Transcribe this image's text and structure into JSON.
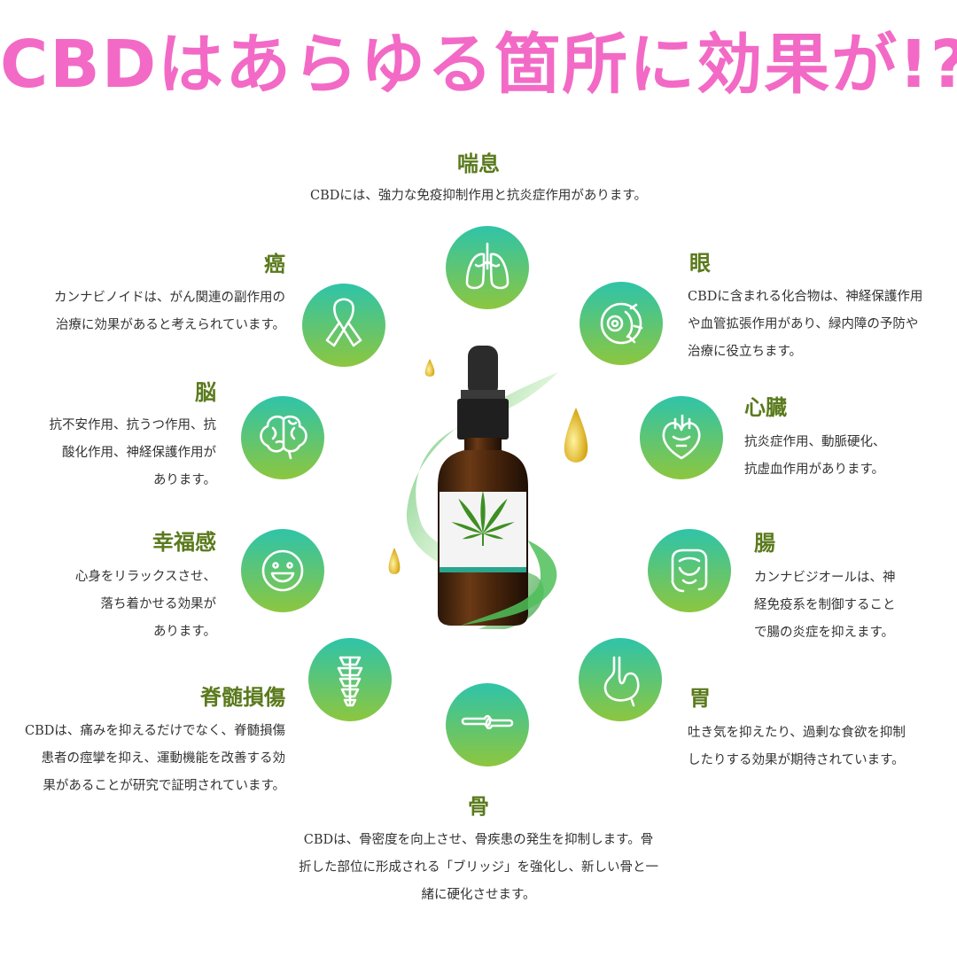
{
  "title": "CBDはあらゆる箇所に効果が!?",
  "colors": {
    "title": "#f26ac6",
    "label": "#5a7a1c",
    "text": "#333333",
    "circle_top": "#2ec4a9",
    "circle_bottom": "#8cc63f"
  },
  "bottle_label_icon": "cannabis-leaf-icon",
  "effects": {
    "zensoku": {
      "icon": "lungs-icon",
      "label": "喘息",
      "lines": [
        "CBDには、強力な免疫抑制作用と抗炎症作用があります。"
      ]
    },
    "me": {
      "icon": "eye-icon",
      "label": "眼",
      "lines": [
        "CBDに含まれる化合物は、神経保護作用",
        "や血管拡張作用があり、緑内障の予防や",
        "治療に役立ちます。"
      ]
    },
    "shinzou": {
      "icon": "heart-icon",
      "label": "心臓",
      "lines": [
        "抗炎症作用、動脈硬化、",
        "抗虚血作用があります。"
      ]
    },
    "chou": {
      "icon": "intestine-icon",
      "label": "腸",
      "lines": [
        "カンナビジオールは、神",
        "経免疫系を制御すること",
        "で腸の炎症を抑えます。"
      ]
    },
    "i": {
      "icon": "stomach-icon",
      "label": "胃",
      "lines": [
        "吐き気を抑えたり、過剰な食欲を抑制",
        "したりする効果が期待されています。"
      ]
    },
    "hone": {
      "icon": "bone-joint-icon",
      "label": "骨",
      "lines": [
        "CBDは、骨密度を向上させ、骨疾患の発生を抑制します。骨",
        "折した部位に形成される「ブリッジ」を強化し、新しい骨と一",
        "緒に硬化させます。"
      ]
    },
    "sekizui": {
      "icon": "spine-icon",
      "label": "脊髄損傷",
      "lines": [
        "CBDは、痛みを抑えるだけでなく、脊髄損傷",
        "患者の痙攣を抑え、運動機能を改善する効",
        "果があることが研究で証明されています。"
      ]
    },
    "koufuku": {
      "icon": "smiley-icon",
      "label": "幸福感",
      "lines": [
        "心身をリラックスさせ、",
        "落ち着かせる効果が",
        "あります。"
      ]
    },
    "nou": {
      "icon": "brain-icon",
      "label": "脳",
      "lines": [
        "抗不安作用、抗うつ作用、抗",
        "酸化作用、神経保護作用が",
        "あります。"
      ]
    },
    "gan": {
      "icon": "ribbon-icon",
      "label": "癌",
      "lines": [
        "カンナビノイドは、がん関連の副作用の",
        "治療に効果があると考えられています。"
      ]
    }
  }
}
